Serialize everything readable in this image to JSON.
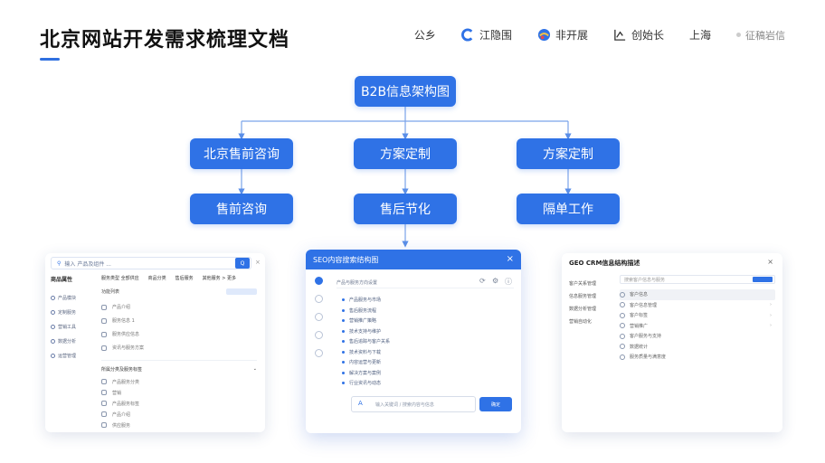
{
  "header": {
    "title": "北京网站开发需求梳理文档",
    "nav": [
      {
        "label": "公乡",
        "icon": "none",
        "muted": false
      },
      {
        "label": "江隐围",
        "icon": "c-logo-icon",
        "color": "#2f72e6",
        "muted": false
      },
      {
        "label": "非开展",
        "icon": "colorful-globe-icon",
        "color": "#2f72e6",
        "muted": false
      },
      {
        "label": "创始长",
        "icon": "chart-icon",
        "muted": false
      },
      {
        "label": "上海",
        "icon": "none",
        "muted": false
      },
      {
        "label": "征稿岩信",
        "icon": "dot-icon",
        "muted": true
      }
    ]
  },
  "org_chart": {
    "root": "B2B信息架构图",
    "level1": [
      "北京售前咨询",
      "方案定制",
      "方案定制"
    ],
    "level2": [
      "售前咨询",
      "售后节化",
      "隔单工作"
    ],
    "accent": "#2f72e6"
  },
  "left_panel": {
    "search_placeholder": "输入 产品及组件 ...",
    "search_button": "Q",
    "close": "×",
    "side_header": "商品属性",
    "side_items": [
      "产品模块",
      "定制服务",
      "营销工具",
      "数据分析",
      "运营管理"
    ],
    "tabs": [
      "服务类型 全部供应",
      "商品分类",
      "售后服务",
      "其他服务 > 更多"
    ],
    "sub_header": "功能列表",
    "rows": [
      "产品介绍",
      "服务信息 1",
      "服务供应信息",
      "资讯与服务方案"
    ],
    "section_header": "所属分类及服务标签",
    "section_rows": [
      "产品服务分类",
      "营销",
      "产品服务标签",
      "产品介绍",
      "供应服务"
    ]
  },
  "mid_panel": {
    "title": "SEO内容搜索结构图",
    "close": "×",
    "top_text": "产品与服务方向设置",
    "list": [
      "产品服务与市场",
      "售后服务流程",
      "营销推广策略",
      "技术支持与维护",
      "售后追踪与客户关系",
      "技术资料与下载",
      "内容运营与更新",
      "解决方案与案例",
      "行业资讯与动态"
    ],
    "input_placeholder": "输入关键词 / 搜索内容与信息",
    "input_icon": "A",
    "send": "确定"
  },
  "right_panel": {
    "title": "GEO CRM信息结构描述",
    "close": "×",
    "side_items": [
      "客户关系管理",
      "信息服务管理",
      "数据分析管理",
      "营销自动化"
    ],
    "search_placeholder": "搜索客户信息与服务",
    "rows": [
      {
        "label": "客户信息",
        "extra": ""
      },
      {
        "label": "客户信息管理",
        "extra": "›"
      },
      {
        "label": "客户标签",
        "extra": "›"
      },
      {
        "label": "营销推广",
        "extra": "›"
      },
      {
        "label": "客户服务与支持",
        "extra": ""
      },
      {
        "label": "数据统计",
        "extra": ""
      },
      {
        "label": "服务质量与满意度",
        "extra": ""
      }
    ]
  }
}
